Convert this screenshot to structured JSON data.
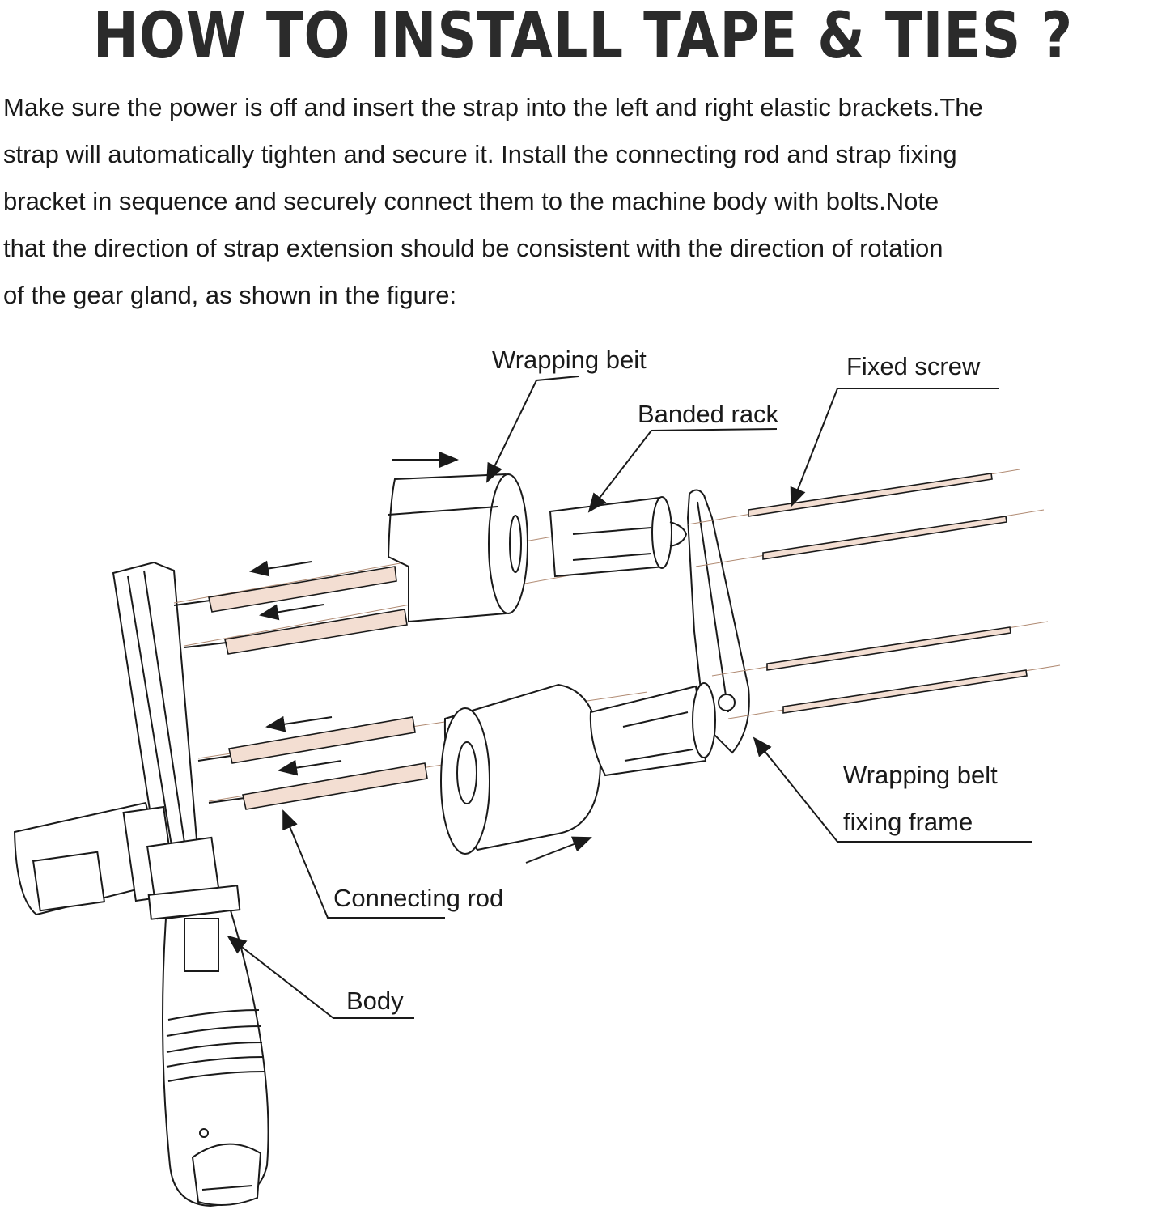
{
  "title": "HOW TO INSTALL TAPE & TIES ?",
  "intro": {
    "lines": [
      "Make sure the power is off and insert the strap into the left and right elastic brackets.The",
      "strap will automatically tighten and secure it. Install the connecting rod and strap fixing",
      "bracket in sequence and securely connect them to the machine body with bolts.Note",
      "that the direction of strap extension should be consistent with the direction of rotation",
      "of the gear gland, as shown in the figure:"
    ]
  },
  "labels": {
    "wrapping_beit": "Wrapping beit",
    "fixed_screw": "Fixed screw",
    "banded_rack": "Banded rack",
    "wrapping_belt_line1": "Wrapping belt",
    "wrapping_belt_line2": "fixing frame",
    "connecting_rod": "Connecting rod",
    "body": "Body"
  }
}
